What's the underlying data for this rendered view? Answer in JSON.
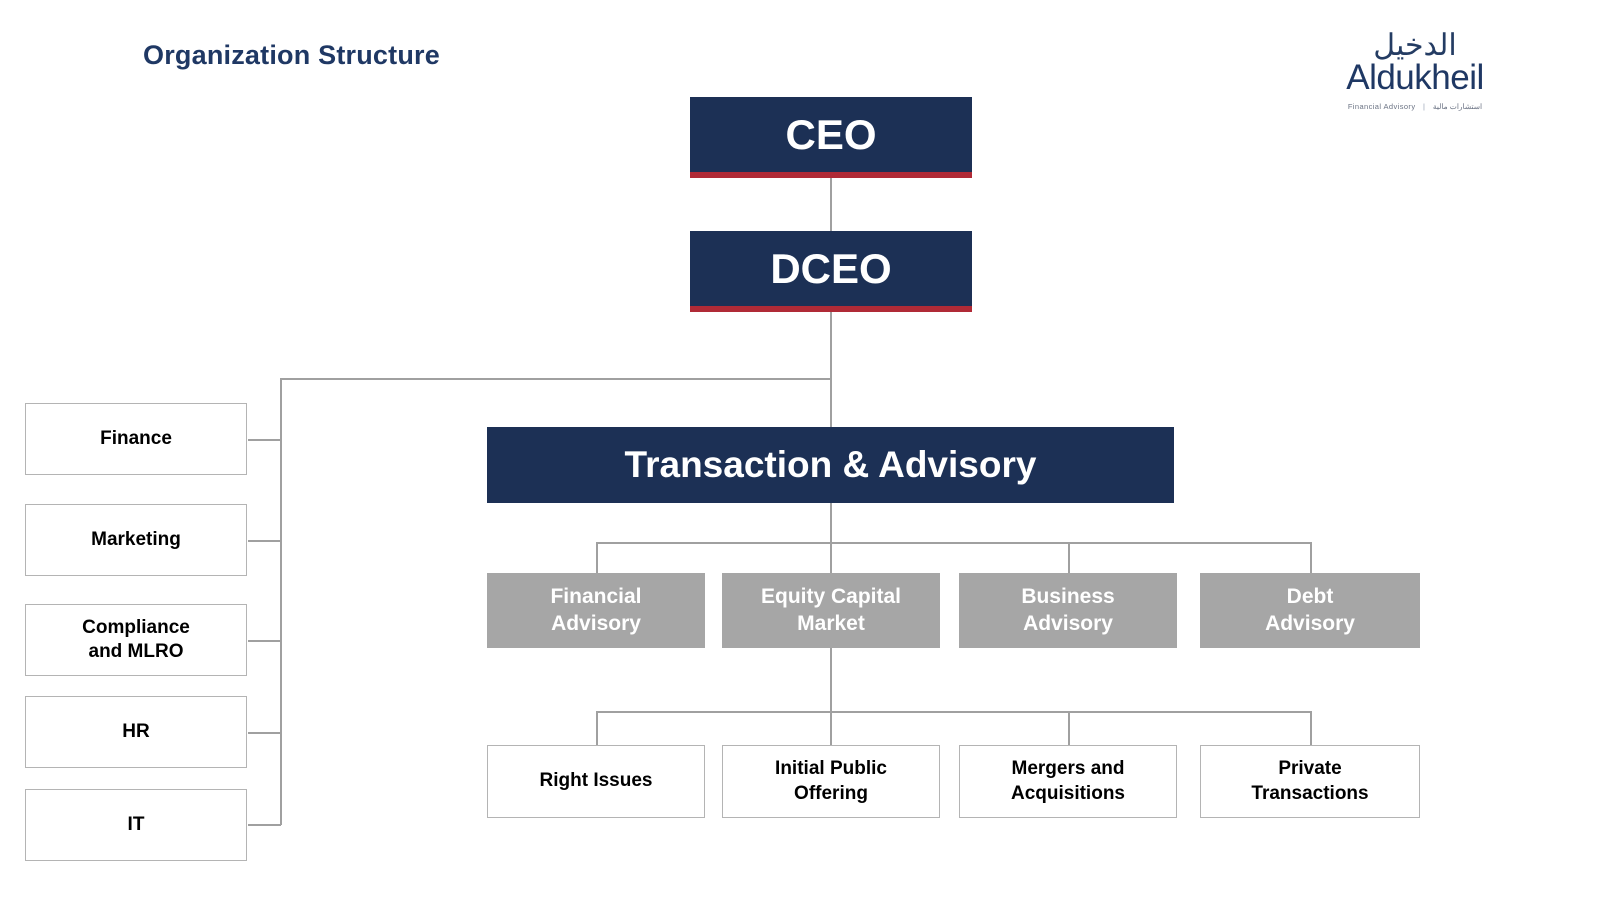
{
  "page": {
    "title": "Organization Structure",
    "background_color": "#ffffff"
  },
  "brand": {
    "logo_arabic": "الدخيل",
    "logo_latin": "Aldukheil",
    "tagline_en": "Financial Advisory",
    "tagline_separator": "|",
    "tagline_ar": "استشارات مالية",
    "navy": "#1c3055",
    "accent_red": "#b02a36",
    "gray": "#a6a6a6",
    "line_gray": "#a0a0a0"
  },
  "chart_data": {
    "type": "org-chart",
    "title": "Organization Structure",
    "nodes": {
      "ceo": {
        "label": "CEO",
        "style": "navy"
      },
      "dceo": {
        "label": "DCEO",
        "style": "navy"
      },
      "transaction_advisory": {
        "label": "Transaction & Advisory",
        "style": "navy"
      }
    },
    "support_functions": [
      {
        "label": "Finance",
        "style": "plain"
      },
      {
        "label": "Marketing",
        "style": "plain"
      },
      {
        "label": "Compliance\nand MLRO",
        "line1": "Compliance",
        "line2": "and MLRO",
        "style": "plain"
      },
      {
        "label": "HR",
        "style": "plain"
      },
      {
        "label": "IT",
        "style": "plain"
      }
    ],
    "divisions": [
      {
        "line1": "Financial",
        "line2": "Advisory",
        "style": "gray"
      },
      {
        "line1": "Equity Capital",
        "line2": "Market",
        "style": "gray"
      },
      {
        "line1": "Business",
        "line2": "Advisory",
        "style": "gray"
      },
      {
        "line1": "Debt",
        "line2": "Advisory",
        "style": "gray"
      }
    ],
    "services": [
      {
        "line1": "Right Issues",
        "line2": "",
        "style": "plain"
      },
      {
        "line1": "Initial Public",
        "line2": "Offering",
        "style": "plain"
      },
      {
        "line1": "Mergers and",
        "line2": "Acquisitions",
        "style": "plain"
      },
      {
        "line1": "Private",
        "line2": "Transactions",
        "style": "plain"
      }
    ],
    "edges": [
      {
        "from": "ceo",
        "to": "dceo"
      },
      {
        "from": "dceo",
        "to": "support_functions"
      },
      {
        "from": "dceo",
        "to": "transaction_advisory"
      },
      {
        "from": "transaction_advisory",
        "to": "divisions"
      },
      {
        "from": "equity_capital_market",
        "to": "services"
      }
    ]
  }
}
